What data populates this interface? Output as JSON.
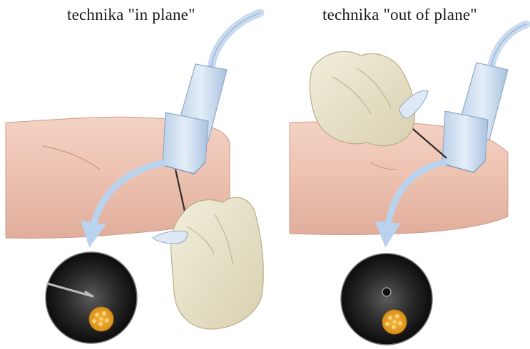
{
  "panels": [
    {
      "title": "technika \"in plane\"",
      "technique": "in-plane",
      "needle_view": "longitudinal shaft visible in ultrasound image"
    },
    {
      "title": "technika \"out of plane\"",
      "technique": "out-of-plane",
      "needle_view": "needle tip seen as a dot in ultrasound image"
    }
  ],
  "colors": {
    "skin": "#edc3b2",
    "skin_shadow": "#d9a493",
    "probe": "#d2e2f2",
    "probe_edge": "#8fa9c8",
    "glove": "#e7e1c8",
    "arrow": "#b9d3ee",
    "ultrasound_bg": "#161616",
    "nerve": "#e9a21f"
  }
}
